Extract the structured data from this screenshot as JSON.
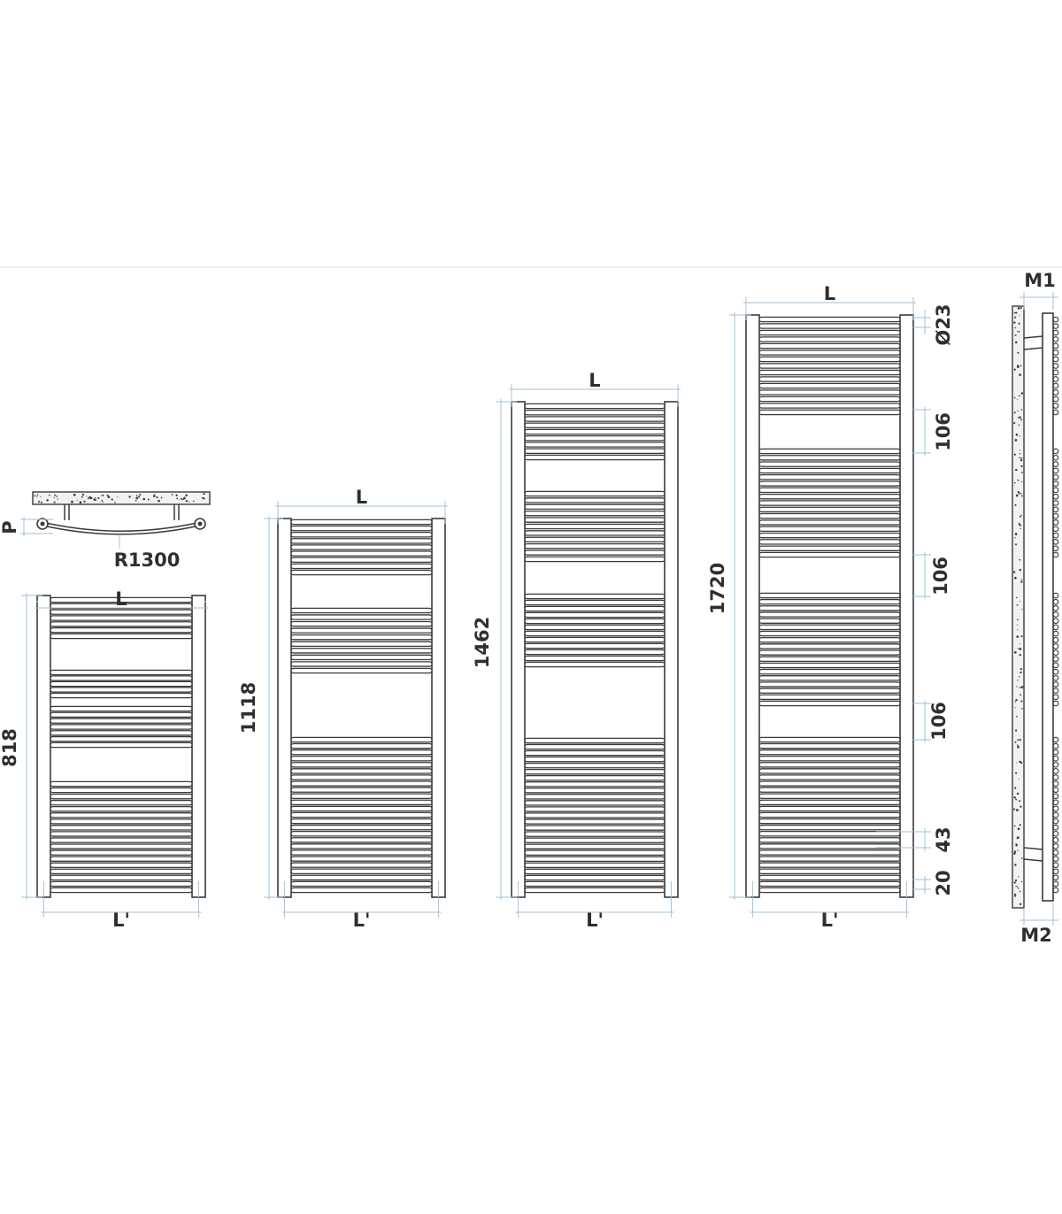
{
  "colors": {
    "line": "#3a3a3a",
    "dimension": "#9fc0d6",
    "text": "#2f2f2f",
    "wall": "#f2f2f2",
    "separator": "#dddddd"
  },
  "top_view": {
    "depth_label": "P",
    "radius_label": "R1300"
  },
  "models": [
    {
      "height_label": "818",
      "width_label": "L",
      "centers_label": "L'"
    },
    {
      "height_label": "1118",
      "width_label": "L",
      "centers_label": "L'"
    },
    {
      "height_label": "1462",
      "width_label": "L",
      "centers_label": "L'"
    },
    {
      "height_label": "1720",
      "width_label": "L",
      "centers_label": "L'"
    }
  ],
  "detail_dims": {
    "tube_diameter": "Ø23",
    "gap_1": "106",
    "gap_2": "106",
    "gap_3": "106",
    "pitch": "43",
    "bottom_offset": "20"
  },
  "side_view": {
    "top_label": "M1",
    "bottom_label": "M2"
  }
}
